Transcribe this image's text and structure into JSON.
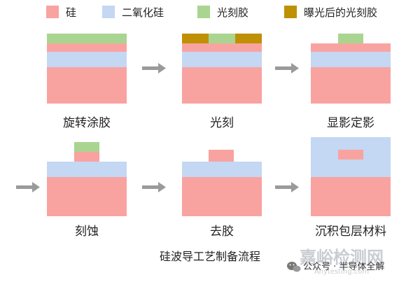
{
  "colors": {
    "silicon": "#f9a3a1",
    "sio2": "#c4d7f3",
    "photoresist": "#a9d590",
    "exposed_photoresist": "#bf9003",
    "arrow": "#9a9a9a"
  },
  "legend": [
    {
      "label": "硅",
      "color_key": "silicon"
    },
    {
      "label": "二氧化硅",
      "color_key": "sio2"
    },
    {
      "label": "光刻胶",
      "color_key": "photoresist"
    },
    {
      "label": "曝光后的光刻胶",
      "color_key": "exposed_photoresist"
    }
  ],
  "steps": [
    {
      "label": "旋转涂胶"
    },
    {
      "label": "光刻"
    },
    {
      "label": "显影定影"
    },
    {
      "label": "刻蚀"
    },
    {
      "label": "去胶"
    },
    {
      "label": "沉积包层材料"
    }
  ],
  "caption": "硅波导工艺制备流程",
  "watermark": {
    "text": "嘉峪检测网",
    "sub": "Anytesting.com"
  },
  "wechat": {
    "icon": "wechat-icon",
    "text": "公众号 · 半导体全解"
  }
}
